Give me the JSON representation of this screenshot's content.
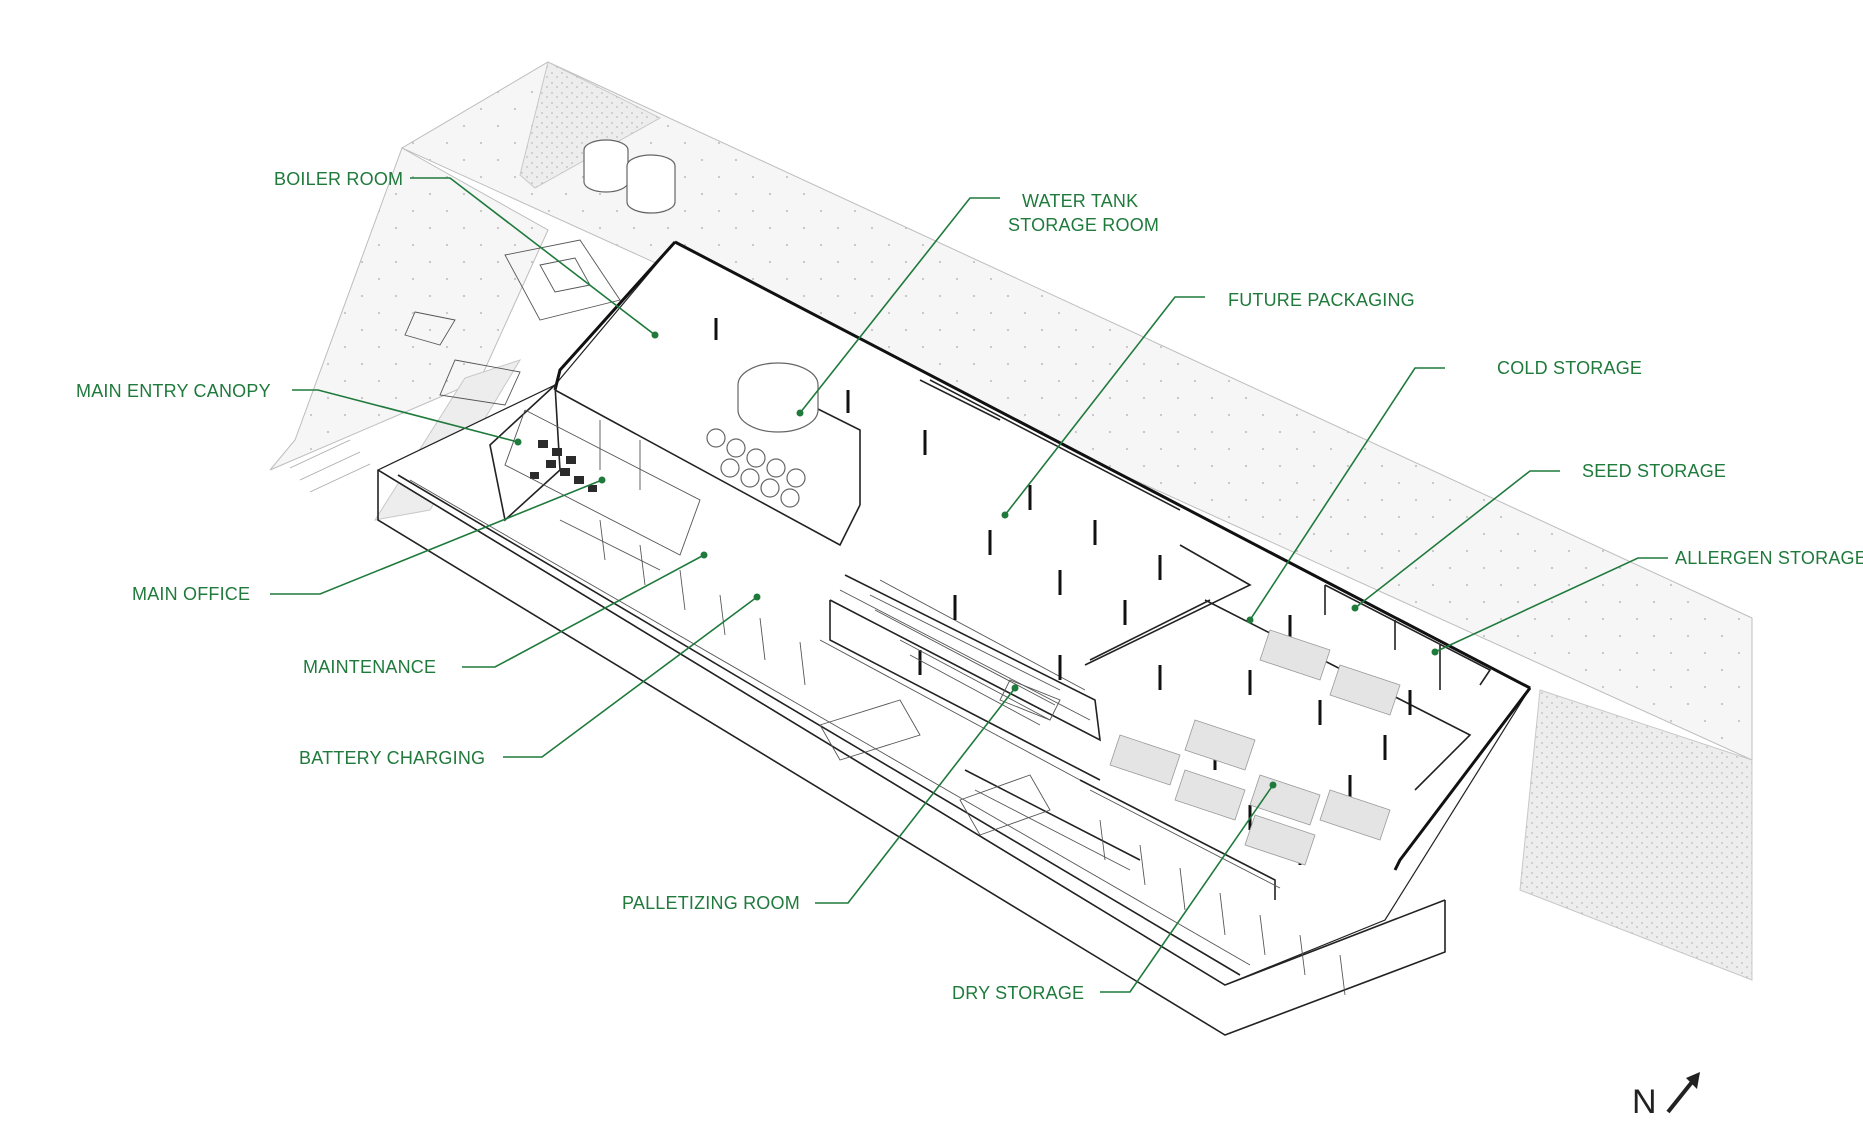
{
  "diagram": {
    "labels": {
      "boiler_room": "BOILER ROOM",
      "water_tank_line1": "WATER TANK",
      "water_tank_line2": "STORAGE ROOM",
      "future_packaging": "FUTURE PACKAGING",
      "cold_storage": "COLD STORAGE",
      "main_entry_canopy": "MAIN ENTRY CANOPY",
      "seed_storage": "SEED STORAGE",
      "allergen_storage": "ALLERGEN STORAGE",
      "main_office": "MAIN OFFICE",
      "maintenance": "MAINTENANCE",
      "battery_charging": "BATTERY CHARGING",
      "palletizing_room": "PALLETIZING ROOM",
      "dry_storage": "DRY STORAGE"
    },
    "north_label": "N",
    "icons": {
      "north_arrow": "north-arrow-icon"
    },
    "colors": {
      "label_green": "#1f7a3c",
      "linework": "#222222"
    }
  }
}
